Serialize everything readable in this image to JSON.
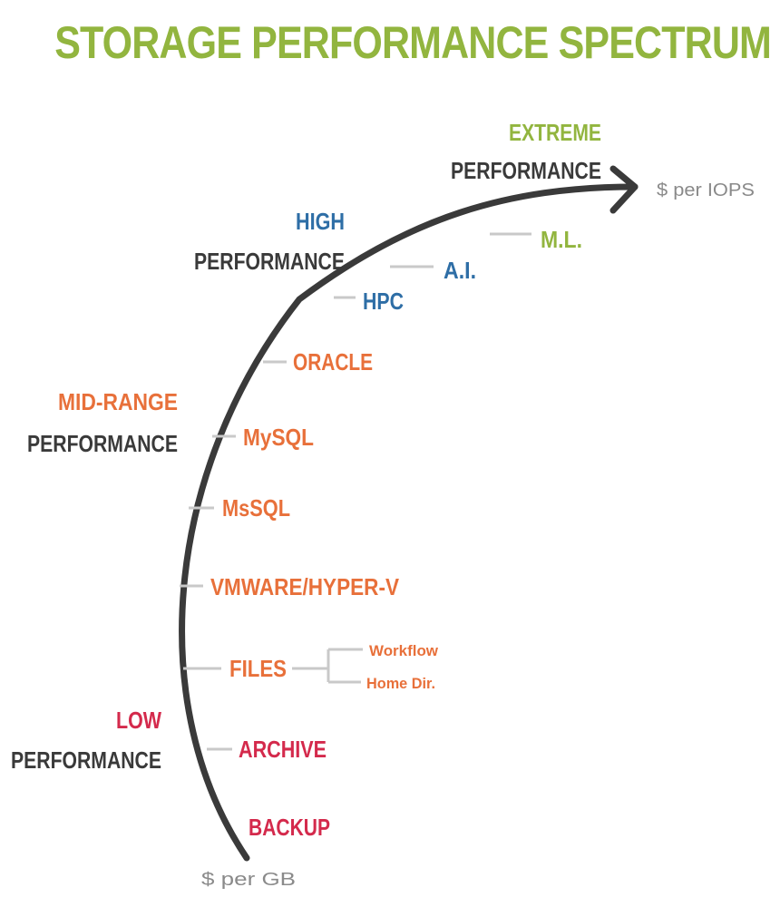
{
  "title": "STORAGE PERFORMANCE SPECTRUM",
  "axis": {
    "bottom_label": "$ per GB",
    "top_label": "$ per IOPS"
  },
  "tiers": {
    "extreme": {
      "top": "EXTREME",
      "bottom": "PERFORMANCE"
    },
    "high": {
      "top": "HIGH",
      "bottom": "PERFORMANCE"
    },
    "midrange": {
      "top": "MID-RANGE",
      "bottom": "PERFORMANCE"
    },
    "low": {
      "top": "LOW",
      "bottom": "PERFORMANCE"
    }
  },
  "workloads": {
    "ml": "M.L.",
    "ai": "A.I.",
    "hpc": "HPC",
    "oracle": "ORACLE",
    "mysql": "MySQL",
    "mssql": "MsSQL",
    "vmware": "VMWARE/HYPER-V",
    "files": "FILES",
    "workflow": "Workflow",
    "homedir": "Home Dir.",
    "archive": "ARCHIVE",
    "backup": "BACKUP"
  },
  "colors": {
    "title": "#92b53f",
    "extreme": "#92b53f",
    "high": "#2e6ea6",
    "midrange": "#e8703a",
    "low": "#d42a4c",
    "dark": "#3a3a3a",
    "connector": "#c9c9c9",
    "axis_label": "#8a8a8a"
  }
}
